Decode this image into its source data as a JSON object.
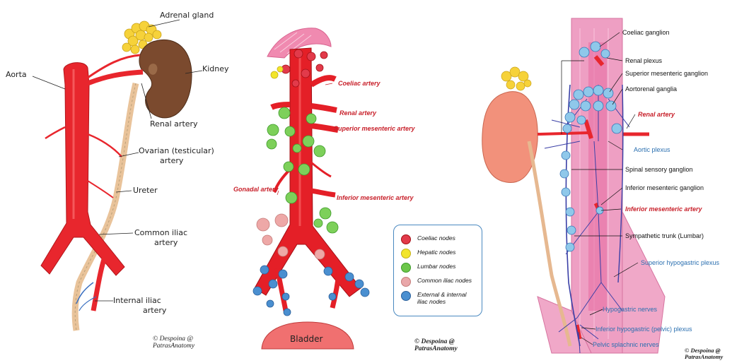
{
  "panel1": {
    "labels": {
      "adrenal": "Adrenal gland",
      "kidney": "Kidney",
      "aorta": "Aorta",
      "renal": "Renal artery",
      "ovarian": "Ovarian (testicular)",
      "ovarian2": "artery",
      "ureter": "Ureter",
      "common_iliac": "Common iliac",
      "common_iliac2": "artery",
      "internal_iliac": "Internal iliac",
      "internal_iliac2": "artery"
    },
    "copyright1": "© Despoina @",
    "copyright2": "PatrasAnatomy"
  },
  "panel2": {
    "labels": {
      "coeliac": "Coeliac artery",
      "renal": "Renal artery",
      "sma": "Superior mesenteric artery",
      "gonadal": "Gonadal artery",
      "ima": "Inferior mesenteric artery",
      "bladder": "Bladder"
    },
    "legend": [
      {
        "label": "Coeliac nodes",
        "color": "#e23a4a"
      },
      {
        "label": "Hepatic nodes",
        "color": "#f2e52a"
      },
      {
        "label": "Lumbar nodes",
        "color": "#6cc64a"
      },
      {
        "label": "Common iliac nodes",
        "color": "#e9a7a9"
      },
      {
        "label": "External & internal iliac nodes",
        "color": "#4a8fd0"
      }
    ],
    "copyright1": "© Despoina @",
    "copyright2": "PatrasAnatomy"
  },
  "panel3": {
    "labels": {
      "coeliac_ganglion": "Coeliac ganglion",
      "renal_plexus": "Renal plexus",
      "sup_mes_ganglion": "Superior mesenteric ganglion",
      "aortorenal": "Aortorenal ganglia",
      "renal_artery": "Renal artery",
      "aortic_plexus": "Aortic plexus",
      "spinal_sensory": "Spinal sensory ganglion",
      "inf_mes_ganglion": "Inferior mesenteric ganglion",
      "inf_mes_artery": "Inferior mesenteric artery",
      "symp_trunk": "Sympathetic trunk (Lumbar)",
      "sup_hypogastric": "Superior hypogastric plexus",
      "hypogastric_nerves": "Hypogastric nerves",
      "inf_hypogastric": "Inferior hypogastric (pelvic) plexus",
      "pelvic_splanchnic": "Pelvic splachnic nerves"
    },
    "copyright1": "© Despoina @",
    "copyright2": "PatrasAnatomy"
  }
}
